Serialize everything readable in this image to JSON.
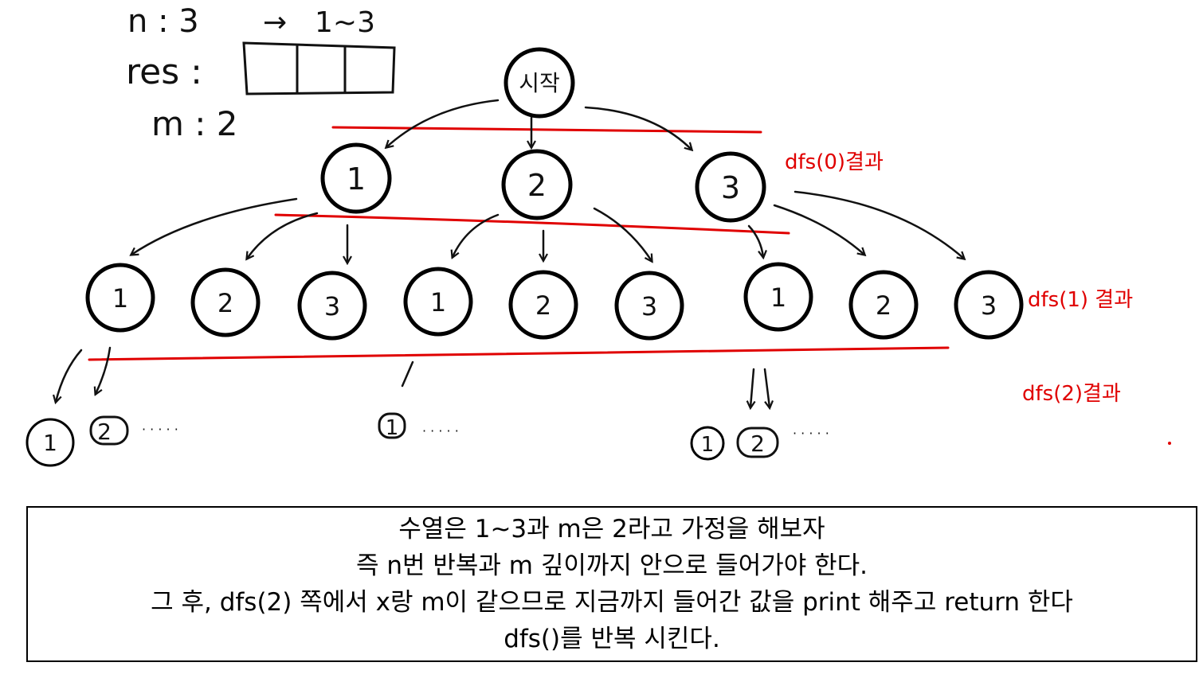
{
  "header": {
    "n_label": "n : 3",
    "arrow": "→",
    "range_label": "1~3",
    "res_label": "res :",
    "m_label": "m : 2"
  },
  "tree": {
    "root": "시작",
    "level1": [
      "1",
      "2",
      "3"
    ],
    "level2": [
      "1",
      "2",
      "3",
      "1",
      "2",
      "3",
      "1",
      "2",
      "3"
    ],
    "leaves_group1": [
      "1",
      "2"
    ],
    "leaves_group2": [
      "1"
    ],
    "leaves_group3": [
      "1",
      "2"
    ],
    "ellipsis": "· · · · ·"
  },
  "annotations": {
    "dfs0": "dfs(0)결과",
    "dfs1": "dfs(1) 결과",
    "dfs2": "dfs(2)결과"
  },
  "colors": {
    "ink": "#111111",
    "annotation": "#e00000"
  },
  "caption": {
    "line1": "수열은 1~3과 m은 2라고 가정을 해보자",
    "line2": "즉 n번 반복과 m 깊이까지 안으로 들어가야 한다.",
    "line3": "그 후, dfs(2) 쪽에서 x랑 m이 같으므로 지금까지 들어간 값을 print 해주고 return 한다",
    "line4": "dfs()를 반복 시킨다."
  }
}
